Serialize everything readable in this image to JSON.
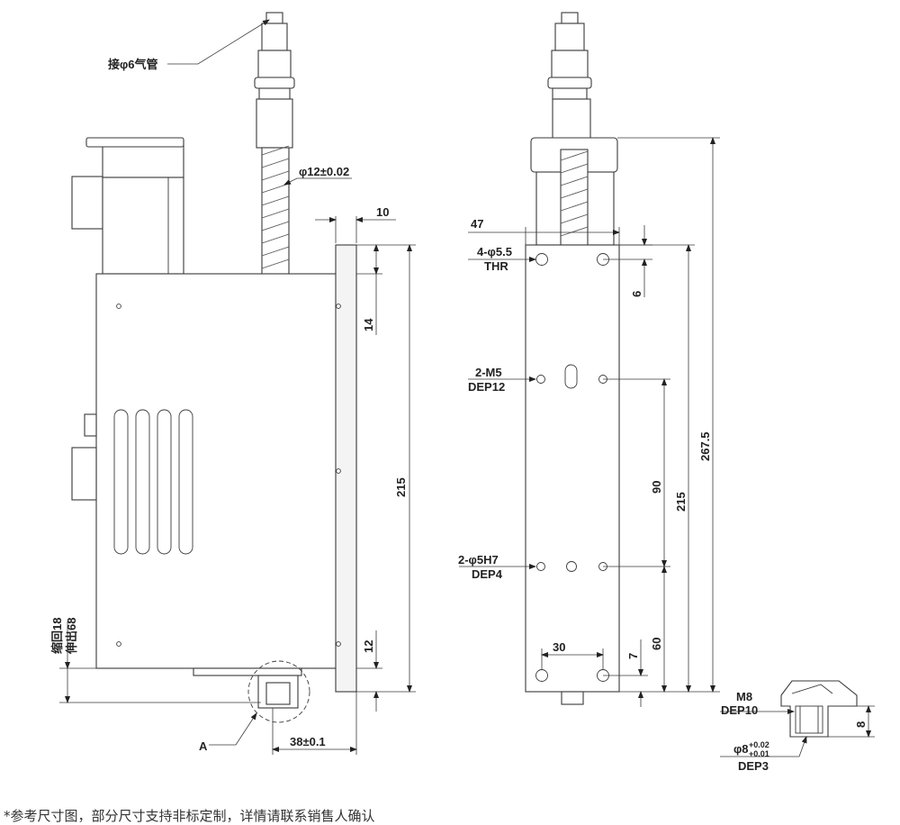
{
  "labels": {
    "air_tube": "接φ6气管",
    "rod_diameter": "φ12±0.02",
    "dim_10": "10",
    "dim_14": "14",
    "dim_215_left": "215",
    "dim_12": "12",
    "stroke_retract": "缩回18",
    "stroke_extend": "伸出68",
    "dim_38": "38±0.1",
    "detail_a": "A",
    "dim_47": "47",
    "hole_4": "4-φ5.5",
    "hole_4_type": "THR",
    "dim_6": "6",
    "m5": "2-M5",
    "m5_depth": "DEP12",
    "dim_90": "90",
    "dim_215_right": "215",
    "dim_267": "267.5",
    "pin": "2-φ5H7",
    "pin_depth": "DEP4",
    "dim_30": "30",
    "dim_7": "7",
    "dim_60": "60",
    "m8": "M8",
    "m8_depth": "DEP10",
    "dim_8": "8",
    "phi8": "φ8",
    "phi8_tol_upper": "+0.02",
    "phi8_tol_lower": "+0.01",
    "phi8_depth": "DEP3"
  },
  "footnote": "*参考尺寸图，部分尺寸支持非标定制，详情请联系销售人确认"
}
